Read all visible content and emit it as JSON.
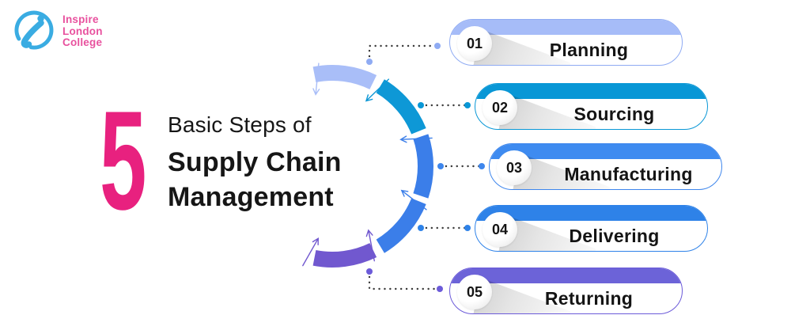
{
  "brand": {
    "icon": "inspire-swirl-icon",
    "icon_color": "#3AACE2",
    "text_color": "#E8519E",
    "lines": [
      "Inspire",
      "London",
      "College"
    ]
  },
  "title": {
    "big_number": "5",
    "big_number_color": "#E8217F",
    "prefix": "Basic Steps of",
    "line2": "Supply Chain",
    "line3": "Management",
    "text_color": "#161616"
  },
  "steps": [
    {
      "number": "01",
      "label": "Planning",
      "band_color": "#A6BCF8",
      "accent": "#8FABF3",
      "arc_color": "#A9BEF8"
    },
    {
      "number": "02",
      "label": "Sourcing",
      "band_color": "#0997D6",
      "accent": "#0997D6",
      "arc_color": "#0E98D6"
    },
    {
      "number": "03",
      "label": "Manufacturing",
      "band_color": "#3E8BF0",
      "accent": "#3E86EC",
      "arc_color": "#3B7EE9"
    },
    {
      "number": "04",
      "label": "Delivering",
      "band_color": "#2E82E8",
      "accent": "#2E82E8",
      "arc_color": "#3B7EE9"
    },
    {
      "number": "05",
      "label": "Returning",
      "band_color": "#6C63D8",
      "accent": "#6C5BD9",
      "arc_color": "#7158CF"
    }
  ],
  "connector_dot_color": "#3A3A3A",
  "background_color": "#FFFFFF"
}
